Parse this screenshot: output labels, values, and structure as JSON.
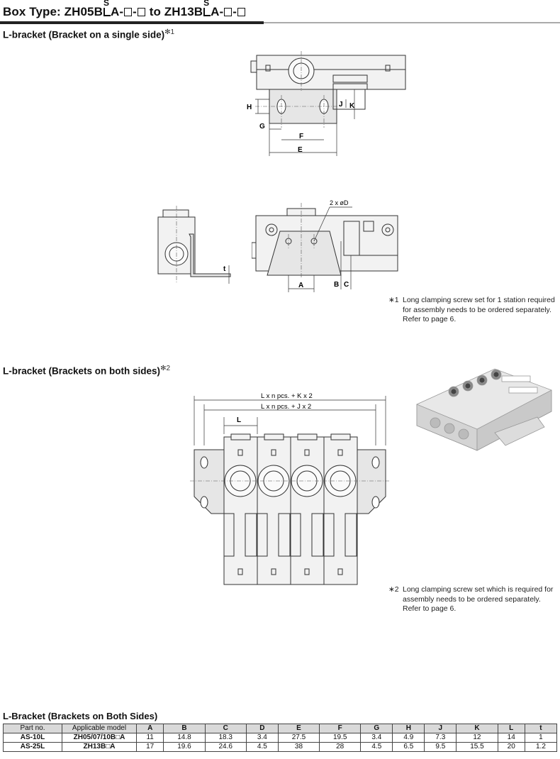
{
  "header": {
    "title_a": "Box Type: ZH05B",
    "title_stack": "S",
    "title_b": "A-",
    "title_c": "-",
    "title_d": " to ZH13B",
    "title_e": "A-",
    "title_f": "-"
  },
  "section1": {
    "title": "L-bracket (Bracket on a single side)",
    "note_mark": "*1",
    "note_mark_sym": "∗1",
    "note_text": "Long clamping screw set for 1 station required for assembly needs to be ordered separately. Refer to page 6.",
    "dims": {
      "H": "H",
      "G": "G",
      "F": "F",
      "E": "E",
      "J": "J",
      "K": "K",
      "D": "2 x øD",
      "t": "t",
      "A": "A",
      "B": "B",
      "C": "C"
    }
  },
  "section2": {
    "title": "L-bracket (Brackets on both sides)",
    "note_mark": "∗2",
    "note_text": "Long clamping screw set which is required for assembly needs to be ordered separately. Refer to page 6.",
    "dim_top": "L x n pcs. + K x 2",
    "dim_mid": "L x n pcs. + J x 2",
    "dim_pitch": "L"
  },
  "table": {
    "title": "L-Bracket (Brackets on Both Sides)",
    "headers": [
      "Part no.",
      "Applicable model",
      "A",
      "B",
      "C",
      "D",
      "E",
      "F",
      "G",
      "H",
      "J",
      "K",
      "L",
      "t"
    ],
    "rows": [
      [
        "AS-10L",
        "ZH05/07/10B□A",
        "11",
        "14.8",
        "18.3",
        "3.4",
        "27.5",
        "19.5",
        "3.4",
        "4.9",
        "7.3",
        "12",
        "14",
        "1"
      ],
      [
        "AS-25L",
        "ZH13B□A",
        "17",
        "19.6",
        "24.6",
        "4.5",
        "38",
        "28",
        "4.5",
        "6.5",
        "9.5",
        "15.5",
        "20",
        "1.2"
      ]
    ]
  }
}
